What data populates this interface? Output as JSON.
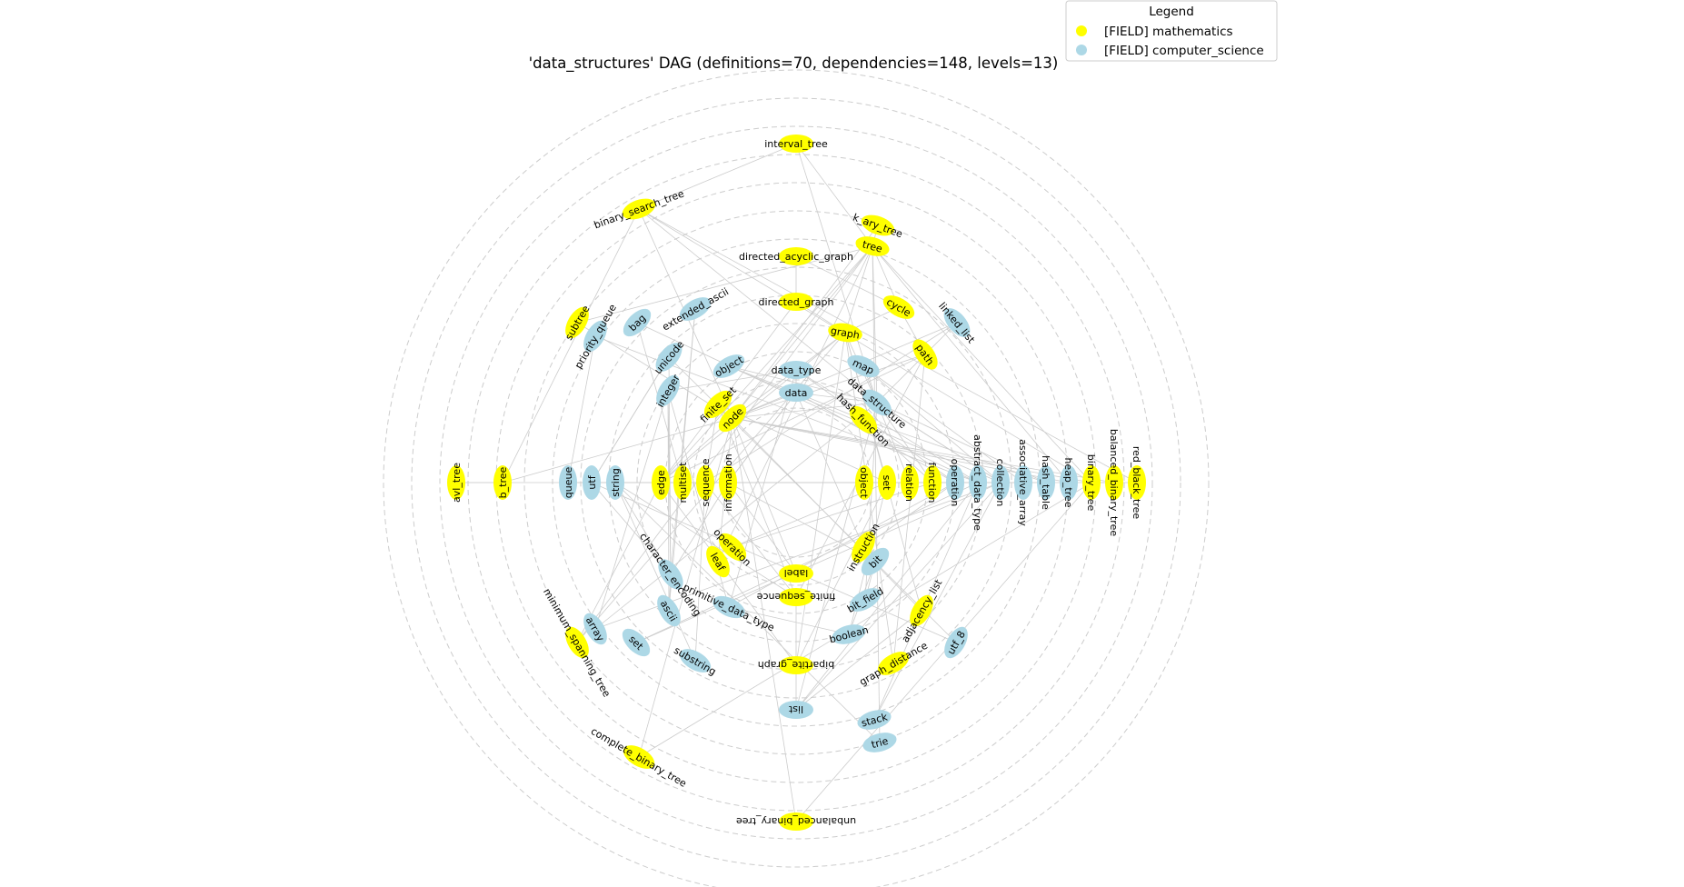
{
  "title": "'data_structures' DAG (definitions=70, dependencies=148, levels=13)",
  "colors": {
    "mathematics": "#ffff00",
    "computer_science": "#add8e6",
    "edge": "#cccccc",
    "ring": "#cccccc"
  },
  "legend": {
    "title": "Legend",
    "items": [
      {
        "label": "[FIELD] mathematics",
        "field": "mathematics"
      },
      {
        "label": "[FIELD] computer_science",
        "field": "computer_science"
      }
    ]
  },
  "levels": 13,
  "nodes": [
    {
      "id": "interval_tree",
      "field": "mathematics"
    },
    {
      "id": "binary_search_tree",
      "field": "mathematics"
    },
    {
      "id": "k_ary_tree",
      "field": "mathematics"
    },
    {
      "id": "tree",
      "field": "mathematics"
    },
    {
      "id": "directed_acyclic_graph",
      "field": "mathematics"
    },
    {
      "id": "directed_graph",
      "field": "mathematics"
    },
    {
      "id": "cycle",
      "field": "mathematics"
    },
    {
      "id": "linked_list",
      "field": "computer_science"
    },
    {
      "id": "extended_ascii",
      "field": "computer_science"
    },
    {
      "id": "bag",
      "field": "computer_science"
    },
    {
      "id": "subtree",
      "field": "mathematics"
    },
    {
      "id": "priority_queue",
      "field": "computer_science"
    },
    {
      "id": "graph",
      "field": "mathematics"
    },
    {
      "id": "path",
      "field": "mathematics"
    },
    {
      "id": "unicode",
      "field": "computer_science"
    },
    {
      "id": "object",
      "field": "computer_science"
    },
    {
      "id": "map",
      "field": "computer_science"
    },
    {
      "id": "data_type",
      "field": "computer_science"
    },
    {
      "id": "data",
      "field": "computer_science"
    },
    {
      "id": "integer",
      "field": "computer_science"
    },
    {
      "id": "finite_set",
      "field": "mathematics"
    },
    {
      "id": "node",
      "field": "mathematics"
    },
    {
      "id": "data_structure",
      "field": "computer_science"
    },
    {
      "id": "hash_function",
      "field": "mathematics"
    },
    {
      "id": "avl_tree",
      "field": "mathematics"
    },
    {
      "id": "b_tree",
      "field": "mathematics"
    },
    {
      "id": "queue",
      "field": "computer_science"
    },
    {
      "id": "utf",
      "field": "computer_science"
    },
    {
      "id": "string",
      "field": "computer_science"
    },
    {
      "id": "edge",
      "field": "mathematics"
    },
    {
      "id": "multiset",
      "field": "mathematics"
    },
    {
      "id": "sequence",
      "field": "mathematics"
    },
    {
      "id": "information",
      "field": "mathematics"
    },
    {
      "id": "object_2",
      "label": "object",
      "field": "mathematics"
    },
    {
      "id": "set",
      "field": "mathematics"
    },
    {
      "id": "relation",
      "field": "mathematics"
    },
    {
      "id": "function",
      "field": "mathematics"
    },
    {
      "id": "operation",
      "field": "computer_science"
    },
    {
      "id": "abstract_data_type",
      "field": "computer_science"
    },
    {
      "id": "collection",
      "field": "computer_science"
    },
    {
      "id": "associative_array",
      "field": "computer_science"
    },
    {
      "id": "hash_table",
      "field": "computer_science"
    },
    {
      "id": "heap_tree",
      "field": "computer_science"
    },
    {
      "id": "binary_tree",
      "field": "mathematics"
    },
    {
      "id": "balanced_binary_tree",
      "field": "mathematics"
    },
    {
      "id": "red_black_tree",
      "field": "mathematics"
    },
    {
      "id": "operation_2",
      "label": "operation",
      "field": "mathematics"
    },
    {
      "id": "leaf",
      "field": "mathematics"
    },
    {
      "id": "character_encoding",
      "field": "computer_science"
    },
    {
      "id": "primitive_data_type",
      "field": "computer_science"
    },
    {
      "id": "label",
      "field": "mathematics"
    },
    {
      "id": "finite_sequence",
      "field": "mathematics"
    },
    {
      "id": "instruction",
      "field": "mathematics"
    },
    {
      "id": "bit",
      "field": "computer_science"
    },
    {
      "id": "bit_field",
      "field": "computer_science"
    },
    {
      "id": "ascii",
      "field": "computer_science"
    },
    {
      "id": "adjacency_list",
      "field": "mathematics"
    },
    {
      "id": "boolean",
      "field": "computer_science"
    },
    {
      "id": "minimum_spanning_tree",
      "field": "mathematics"
    },
    {
      "id": "array",
      "field": "computer_science"
    },
    {
      "id": "set_2",
      "label": "set",
      "field": "computer_science"
    },
    {
      "id": "substring",
      "field": "computer_science"
    },
    {
      "id": "bipartite_graph",
      "field": "mathematics"
    },
    {
      "id": "graph_distance",
      "field": "mathematics"
    },
    {
      "id": "utf_8",
      "field": "computer_science"
    },
    {
      "id": "list",
      "field": "computer_science"
    },
    {
      "id": "stack",
      "field": "computer_science"
    },
    {
      "id": "trie",
      "field": "computer_science"
    },
    {
      "id": "complete_binary_tree",
      "field": "mathematics"
    },
    {
      "id": "unbalanced_binary_tree",
      "field": "mathematics"
    }
  ],
  "edges": [
    [
      "interval_tree",
      "binary_search_tree"
    ],
    [
      "interval_tree",
      "tree"
    ],
    [
      "interval_tree",
      "data_structure"
    ],
    [
      "binary_search_tree",
      "binary_tree"
    ],
    [
      "binary_search_tree",
      "node"
    ],
    [
      "binary_search_tree",
      "data_structure"
    ],
    [
      "k_ary_tree",
      "tree"
    ],
    [
      "k_ary_tree",
      "node"
    ],
    [
      "tree",
      "graph"
    ],
    [
      "tree",
      "cycle"
    ],
    [
      "tree",
      "node"
    ],
    [
      "tree",
      "edge"
    ],
    [
      "directed_acyclic_graph",
      "directed_graph"
    ],
    [
      "directed_acyclic_graph",
      "cycle"
    ],
    [
      "directed_graph",
      "graph"
    ],
    [
      "directed_graph",
      "edge"
    ],
    [
      "cycle",
      "path"
    ],
    [
      "cycle",
      "graph"
    ],
    [
      "linked_list",
      "node"
    ],
    [
      "linked_list",
      "data_structure"
    ],
    [
      "linked_list",
      "sequence"
    ],
    [
      "extended_ascii",
      "ascii"
    ],
    [
      "extended_ascii",
      "character_encoding"
    ],
    [
      "bag",
      "multiset"
    ],
    [
      "bag",
      "abstract_data_type"
    ],
    [
      "subtree",
      "tree"
    ],
    [
      "subtree",
      "node"
    ],
    [
      "priority_queue",
      "queue"
    ],
    [
      "priority_queue",
      "abstract_data_type"
    ],
    [
      "graph",
      "node"
    ],
    [
      "graph",
      "edge"
    ],
    [
      "graph",
      "set"
    ],
    [
      "path",
      "node"
    ],
    [
      "path",
      "edge"
    ],
    [
      "path",
      "finite_sequence"
    ],
    [
      "unicode",
      "character_encoding"
    ],
    [
      "unicode",
      "utf"
    ],
    [
      "object",
      "data"
    ],
    [
      "object",
      "data_structure"
    ],
    [
      "map",
      "associative_array"
    ],
    [
      "map",
      "data_structure"
    ],
    [
      "data_type",
      "data"
    ],
    [
      "data_type",
      "operation"
    ],
    [
      "data",
      "information"
    ],
    [
      "integer",
      "primitive_data_type"
    ],
    [
      "integer",
      "data_type"
    ],
    [
      "finite_set",
      "set"
    ],
    [
      "finite_set",
      "sequence"
    ],
    [
      "node",
      "data"
    ],
    [
      "node",
      "data_structure"
    ],
    [
      "data_structure",
      "data"
    ],
    [
      "data_structure",
      "collection"
    ],
    [
      "data_structure",
      "relation"
    ],
    [
      "data_structure",
      "function"
    ],
    [
      "hash_function",
      "function"
    ],
    [
      "hash_function",
      "data"
    ],
    [
      "avl_tree",
      "b_tree"
    ],
    [
      "avl_tree",
      "balanced_binary_tree"
    ],
    [
      "b_tree",
      "binary_search_tree"
    ],
    [
      "b_tree",
      "node"
    ],
    [
      "queue",
      "collection"
    ],
    [
      "queue",
      "abstract_data_type"
    ],
    [
      "utf",
      "character_encoding"
    ],
    [
      "utf",
      "unicode"
    ],
    [
      "string",
      "finite_sequence"
    ],
    [
      "string",
      "character_encoding"
    ],
    [
      "edge",
      "node"
    ],
    [
      "edge",
      "relation"
    ],
    [
      "multiset",
      "set"
    ],
    [
      "sequence",
      "function"
    ],
    [
      "sequence",
      "set"
    ],
    [
      "information",
      "data"
    ],
    [
      "object_2",
      "set"
    ],
    [
      "relation",
      "set"
    ],
    [
      "function",
      "relation"
    ],
    [
      "operation",
      "function"
    ],
    [
      "operation",
      "data"
    ],
    [
      "abstract_data_type",
      "data_type"
    ],
    [
      "abstract_data_type",
      "operation"
    ],
    [
      "collection",
      "data_structure"
    ],
    [
      "collection",
      "object"
    ],
    [
      "associative_array",
      "abstract_data_type"
    ],
    [
      "associative_array",
      "collection"
    ],
    [
      "hash_table",
      "hash_function"
    ],
    [
      "hash_table",
      "associative_array"
    ],
    [
      "hash_table",
      "data_structure"
    ],
    [
      "heap_tree",
      "tree"
    ],
    [
      "heap_tree",
      "node"
    ],
    [
      "binary_tree",
      "tree"
    ],
    [
      "binary_tree",
      "node"
    ],
    [
      "balanced_binary_tree",
      "binary_tree"
    ],
    [
      "balanced_binary_tree",
      "node"
    ],
    [
      "red_black_tree",
      "balanced_binary_tree"
    ],
    [
      "red_black_tree",
      "binary_search_tree"
    ],
    [
      "operation_2",
      "function"
    ],
    [
      "operation_2",
      "set"
    ],
    [
      "leaf",
      "node"
    ],
    [
      "leaf",
      "tree"
    ],
    [
      "character_encoding",
      "information"
    ],
    [
      "character_encoding",
      "integer"
    ],
    [
      "primitive_data_type",
      "data_type"
    ],
    [
      "primitive_data_type",
      "operation"
    ],
    [
      "label",
      "node"
    ],
    [
      "label",
      "information"
    ],
    [
      "finite_sequence",
      "sequence"
    ],
    [
      "finite_sequence",
      "finite_set"
    ],
    [
      "instruction",
      "operation"
    ],
    [
      "instruction",
      "data"
    ],
    [
      "bit",
      "information"
    ],
    [
      "bit",
      "boolean"
    ],
    [
      "bit_field",
      "bit"
    ],
    [
      "bit_field",
      "data_structure"
    ],
    [
      "ascii",
      "character_encoding"
    ],
    [
      "ascii",
      "integer"
    ],
    [
      "adjacency_list",
      "graph"
    ],
    [
      "adjacency_list",
      "list"
    ],
    [
      "adjacency_list",
      "node"
    ],
    [
      "boolean",
      "primitive_data_type"
    ],
    [
      "boolean",
      "set"
    ],
    [
      "minimum_spanning_tree",
      "tree"
    ],
    [
      "minimum_spanning_tree",
      "graph"
    ],
    [
      "minimum_spanning_tree",
      "edge"
    ],
    [
      "array",
      "data_structure"
    ],
    [
      "array",
      "collection"
    ],
    [
      "array",
      "integer"
    ],
    [
      "set_2",
      "abstract_data_type"
    ],
    [
      "set_2",
      "collection"
    ],
    [
      "substring",
      "string"
    ],
    [
      "substring",
      "sequence"
    ],
    [
      "bipartite_graph",
      "graph"
    ],
    [
      "bipartite_graph",
      "set"
    ],
    [
      "bipartite_graph",
      "edge"
    ],
    [
      "graph_distance",
      "path"
    ],
    [
      "graph_distance",
      "graph"
    ],
    [
      "utf_8",
      "utf"
    ],
    [
      "utf_8",
      "unicode"
    ],
    [
      "list",
      "abstract_data_type"
    ],
    [
      "list",
      "finite_sequence"
    ],
    [
      "list",
      "collection"
    ],
    [
      "stack",
      "abstract_data_type"
    ],
    [
      "stack",
      "collection"
    ],
    [
      "trie",
      "tree"
    ],
    [
      "trie",
      "string"
    ],
    [
      "complete_binary_tree",
      "binary_tree"
    ],
    [
      "complete_binary_tree",
      "node"
    ],
    [
      "unbalanced_binary_tree",
      "binary_tree"
    ],
    [
      "unbalanced_binary_tree",
      "node"
    ],
    [
      "list",
      "data_structure"
    ],
    [
      "map",
      "collection"
    ],
    [
      "tree",
      "data_structure"
    ],
    [
      "graph",
      "data_structure"
    ]
  ]
}
